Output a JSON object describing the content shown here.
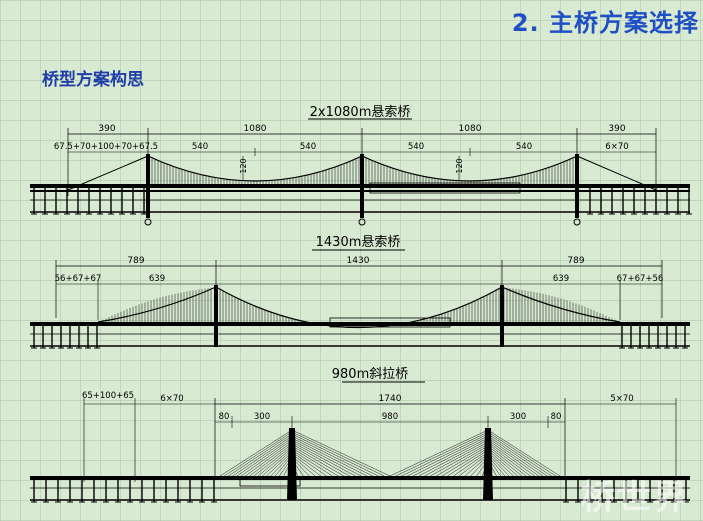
{
  "slide": {
    "title": "2. 主桥方案选择",
    "subtitle": "桥型方案构思"
  },
  "schemes": [
    {
      "name": "2x1080m悬索桥",
      "top_dims": [
        "390",
        "1080",
        "1080",
        "390"
      ],
      "sub_dims": [
        "67.5+70+100+70+67.5",
        "540",
        "540",
        "540",
        "540",
        "6×70"
      ],
      "sag": [
        "120",
        "120"
      ]
    },
    {
      "name": "1430m悬索桥",
      "top_dims": [
        "789",
        "1430",
        "789"
      ],
      "sub_dims": [
        "56+67+67",
        "639",
        "639",
        "67+67+56"
      ]
    },
    {
      "name": "980m斜拉桥",
      "top_dims": [
        "1740"
      ],
      "sub_dims": [
        "65+100+65",
        "6×70",
        "80",
        "300",
        "980",
        "300",
        "80",
        "5×70"
      ]
    }
  ],
  "watermark": "桥世界"
}
